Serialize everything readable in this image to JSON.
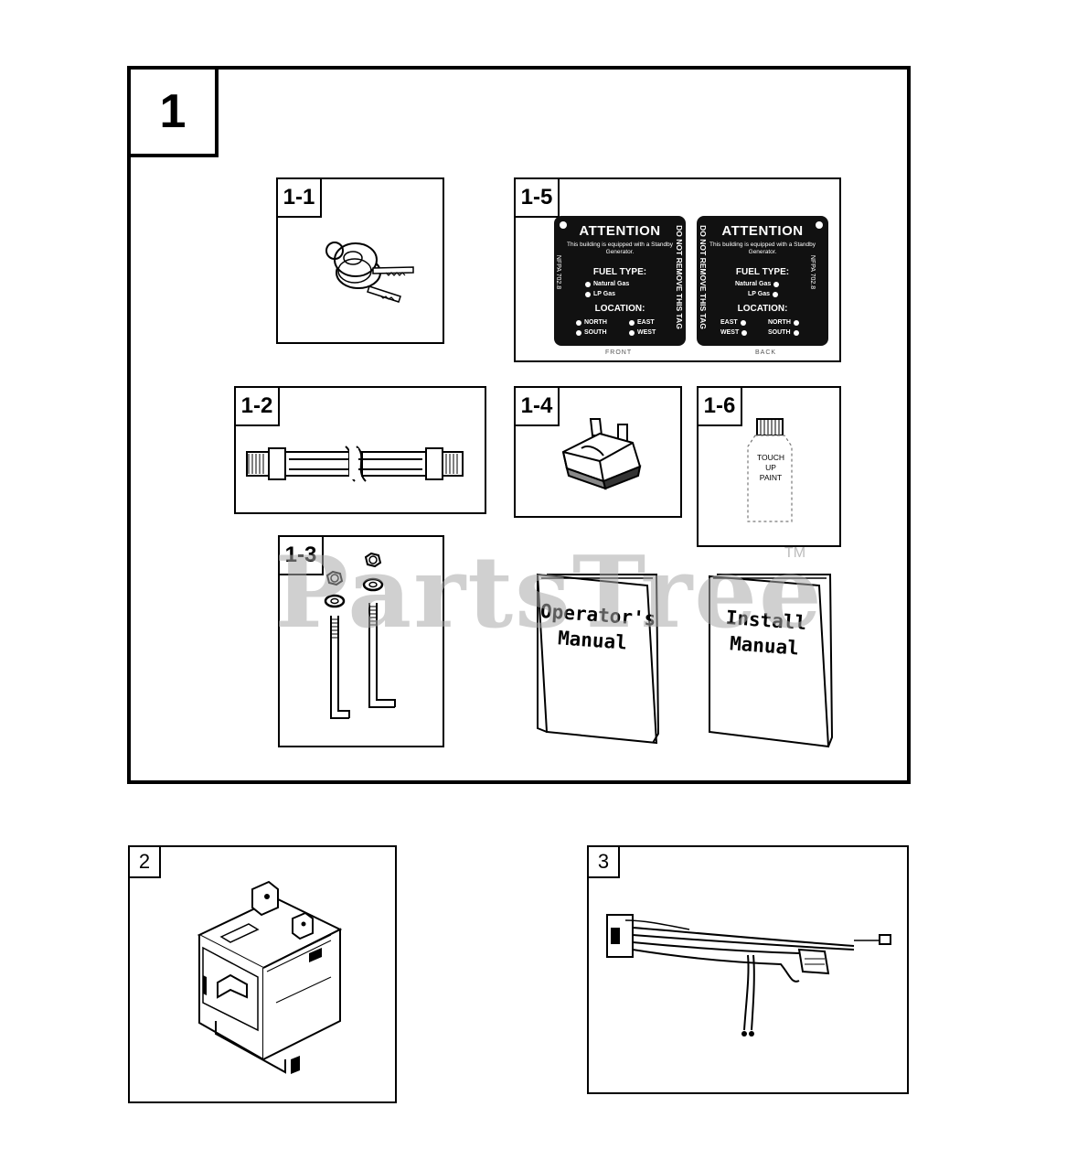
{
  "watermark": {
    "text": "PartsTree",
    "tm": "TM"
  },
  "group_1": {
    "label": "1",
    "parts": [
      {
        "label": "1-1",
        "icon": "keys-icon"
      },
      {
        "label": "1-2",
        "icon": "fuel-hose-icon"
      },
      {
        "label": "1-3",
        "icon": "anchor-bolt-icon"
      },
      {
        "label": "1-4",
        "icon": "fuse-icon"
      },
      {
        "label": "1-5",
        "icon": "attention-tag-icon"
      },
      {
        "label": "1-6",
        "icon": "touch-up-paint-icon"
      }
    ],
    "tag": {
      "title": "ATTENTION",
      "subtitle": "This building is equipped with a Standby Generator.",
      "fuel_heading": "FUEL TYPE:",
      "fuel_options": [
        "Natural Gas",
        "LP Gas"
      ],
      "location_heading": "LOCATION:",
      "front_locations": [
        "NORTH",
        "EAST",
        "SOUTH",
        "WEST"
      ],
      "back_locations": [
        "EAST",
        "NORTH",
        "WEST",
        "SOUTH"
      ],
      "side_text": "DO NOT REMOVE THIS TAG",
      "code_text": "NFPA 702.8",
      "front_caption": "FRONT",
      "back_caption": "BACK"
    },
    "paint_label": [
      "TOUCH",
      "UP",
      "PAINT"
    ],
    "manuals": [
      {
        "lines": [
          "Operator's",
          "Manual"
        ]
      },
      {
        "lines": [
          "Install",
          "Manual"
        ]
      }
    ]
  },
  "group_2": {
    "label": "2",
    "icon": "relay-module-icon"
  },
  "group_3": {
    "label": "3",
    "icon": "wiring-harness-icon"
  }
}
